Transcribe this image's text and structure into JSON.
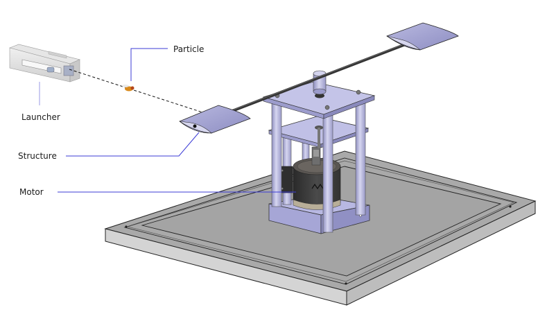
{
  "diagram": {
    "labels": {
      "particle": "Particle",
      "launcher": "Launcher",
      "structure": "Structure",
      "motor": "Motor"
    },
    "colors": {
      "leader_line": "#3b3bd6",
      "part_lavender": "#a9a9d6",
      "base_plate": "#a8a8a8",
      "motor_body": "#3a3a3a",
      "arm_rod": "#3c3c3c",
      "particle": "#d98a1c"
    }
  }
}
